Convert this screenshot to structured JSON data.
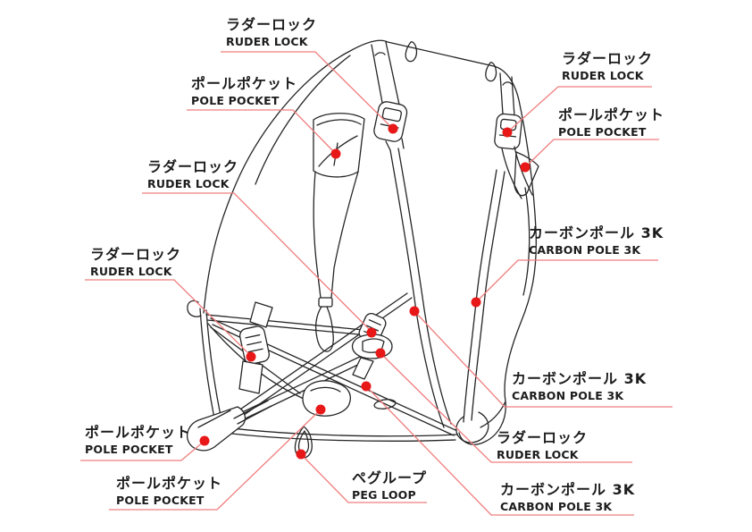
{
  "figure": {
    "type": "product-parts-callout-diagram",
    "subject": "backpack-frame-line-drawing",
    "background_color": "#ffffff",
    "line_color": "#252525",
    "leader_line_color": "#f07d7d",
    "dot_color": "#e81818",
    "label_text_color": "#1c1c1c"
  },
  "callouts": [
    {
      "id": "ruder-lock-top-center",
      "jp": "ラダーロック",
      "en": "RUDER LOCK"
    },
    {
      "id": "pole-pocket-upper-left",
      "jp": "ポールポケット",
      "en": "POLE POCKET"
    },
    {
      "id": "ruder-lock-mid-left",
      "jp": "ラダーロック",
      "en": "RUDER LOCK"
    },
    {
      "id": "ruder-lock-left",
      "jp": "ラダーロック",
      "en": "RUDER LOCK"
    },
    {
      "id": "ruder-lock-top-right",
      "jp": "ラダーロック",
      "en": "RUDER LOCK"
    },
    {
      "id": "pole-pocket-top-right",
      "jp": "ポールポケット",
      "en": "POLE POCKET"
    },
    {
      "id": "carbon-pole-right",
      "jp": "カーボンポール 3K",
      "en": "CARBON POLE 3K"
    },
    {
      "id": "carbon-pole-right-mid",
      "jp": "カーボンポール 3K",
      "en": "CARBON POLE 3K"
    },
    {
      "id": "ruder-lock-bottom-right",
      "jp": "ラダーロック",
      "en": "RUDER LOCK"
    },
    {
      "id": "carbon-pole-bottom-right",
      "jp": "カーボンポール 3K",
      "en": "CARBON POLE 3K"
    },
    {
      "id": "peg-loop",
      "jp": "ペグループ",
      "en": "PEG LOOP"
    },
    {
      "id": "pole-pocket-bottom-left-upper",
      "jp": "ポールポケット",
      "en": "POLE POCKET"
    },
    {
      "id": "pole-pocket-bottom-left-lower",
      "jp": "ポールポケット",
      "en": "POLE POCKET"
    }
  ]
}
